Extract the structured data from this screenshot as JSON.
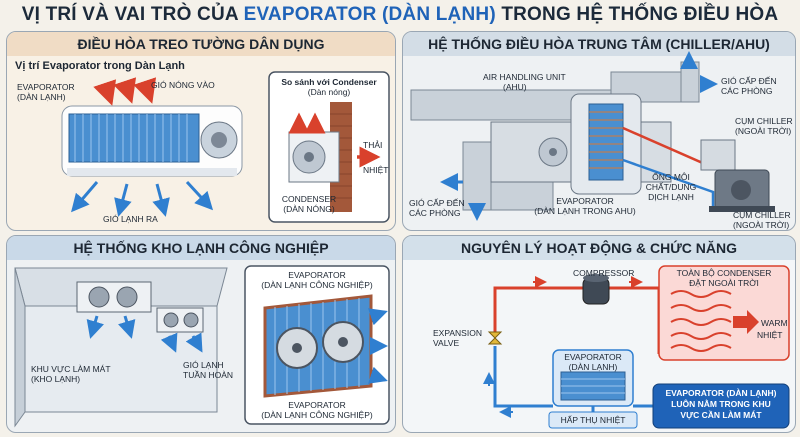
{
  "title": {
    "part1": "VỊ TRÍ VÀ VAI TRÒ CỦA ",
    "highlight": "EVAPORATOR (DÀN LẠNH)",
    "part2": " TRONG HỆ THỐNG ĐIỀU HÒA"
  },
  "colors": {
    "blue": "#1f63b8",
    "red": "#d9412c",
    "dark": "#1d2733",
    "coil": "#4a8fd0"
  },
  "panel1": {
    "heading": "ĐIỀU HÒA TREO TƯỜNG DÂN DỤNG",
    "subheading": "Vị trí Evaporator trong Dàn Lạnh",
    "evap_line1": "EVAPORATOR",
    "evap_line2": "(DÀN LẠNH)",
    "hot_air_in": "GIÓ NÓNG VÀO",
    "cold_air_out": "GIÓ LẠNH RA",
    "compare_line1": "So sánh với Condenser",
    "compare_line2": "(Dàn nóng)",
    "heat_line1": "THẢI",
    "heat_line2": "NHIỆT",
    "condenser_line1": "CONDENSER",
    "condenser_line2": "(DÀN NÓNG)"
  },
  "panel2": {
    "heading": "HỆ THỐNG ĐIỀU HÒA TRUNG TÂM (CHILLER/AHU)",
    "ahu_line1": "AIR HANDLING UNIT",
    "ahu_line2": "(AHU)",
    "supply_top_line1": "GIÓ CẤP ĐẾN",
    "supply_top_line2": "CÁC PHÒNG",
    "chiller_top_line1": "CỤM CHILLER",
    "chiller_top_line2": "(NGOÀI TRỜI)",
    "pipe_line1": "ỐNG MÔI",
    "pipe_line2": "CHẤT/DUNG",
    "pipe_line3": "DỊCH LẠNH",
    "evap_line1": "EVAPORATOR",
    "evap_line2": "(DÀN LẠNH TRONG AHU)",
    "supply_left_line1": "GIÓ CẤP ĐẾN",
    "supply_left_line2": "CÁC PHÒNG",
    "chiller_bottom_line1": "CỤM CHILLER",
    "chiller_bottom_line2": "(NGOÀI TRỜI)"
  },
  "panel3": {
    "heading": "HỆ THỐNG KHO LẠNH CÔNG NGHIỆP",
    "evap_top_line1": "EVAPORATOR",
    "evap_top_line2": "(DÀN LẠNH CÔNG NGHIỆP)",
    "cool_area_line1": "KHU VỰC LÀM MÁT",
    "cool_area_line2": "(KHO LẠNH)",
    "circulating_line1": "GIÓ LẠNH",
    "circulating_line2": "TUẦN HOÀN",
    "evap_bottom_line1": "EVAPORATOR",
    "evap_bottom_line2": "(DÀN LẠNH CÔNG NGHIỆP)"
  },
  "panel4": {
    "heading": "NGUYÊN LÝ HOẠT ĐỘNG & CHỨC NĂNG",
    "compressor": "COMPRESSOR",
    "condenser_line1": "TOÀN BỘ CONDENSER",
    "condenser_line2": "ĐẶT NGOÀI TRỜI",
    "warm_line1": "WARM",
    "warm_line2": "NHIỆT",
    "expansion_line1": "EXPANSION",
    "expansion_line2": "VALVE",
    "evap_line1": "EVAPORATOR",
    "evap_line2": "(DÀN LẠNH)",
    "absorb": "HẤP THỤ NHIỆT",
    "note_line1": "EVAPORATOR (DÀN LẠNH)",
    "note_line2": "LUÔN NẰM TRONG KHU",
    "note_line3": "VỰC CẦN LÀM MÁT"
  }
}
